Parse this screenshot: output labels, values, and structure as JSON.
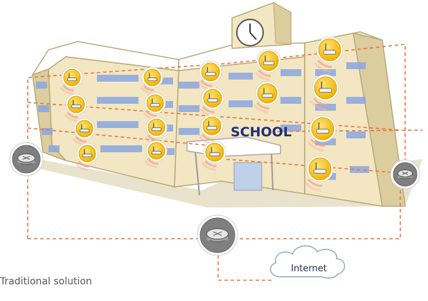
{
  "caption": "Traditional solution",
  "building": {
    "sign": "SCHOOL"
  },
  "cloud": {
    "label": "Internet"
  },
  "colors": {
    "link": "#e8743b",
    "wall": "#f3e6c2",
    "wall_dark": "#dccd9e",
    "window": "#8aa6e0",
    "ap_fill": "#f5c21b",
    "cloud_fill": "#ffffff",
    "cloud_stroke": "#8fa8c8"
  },
  "icons": {
    "access_point": "wireless-access-point-icon",
    "switch": "network-switch-icon",
    "clock": "clock-icon",
    "cloud": "internet-cloud-icon"
  }
}
